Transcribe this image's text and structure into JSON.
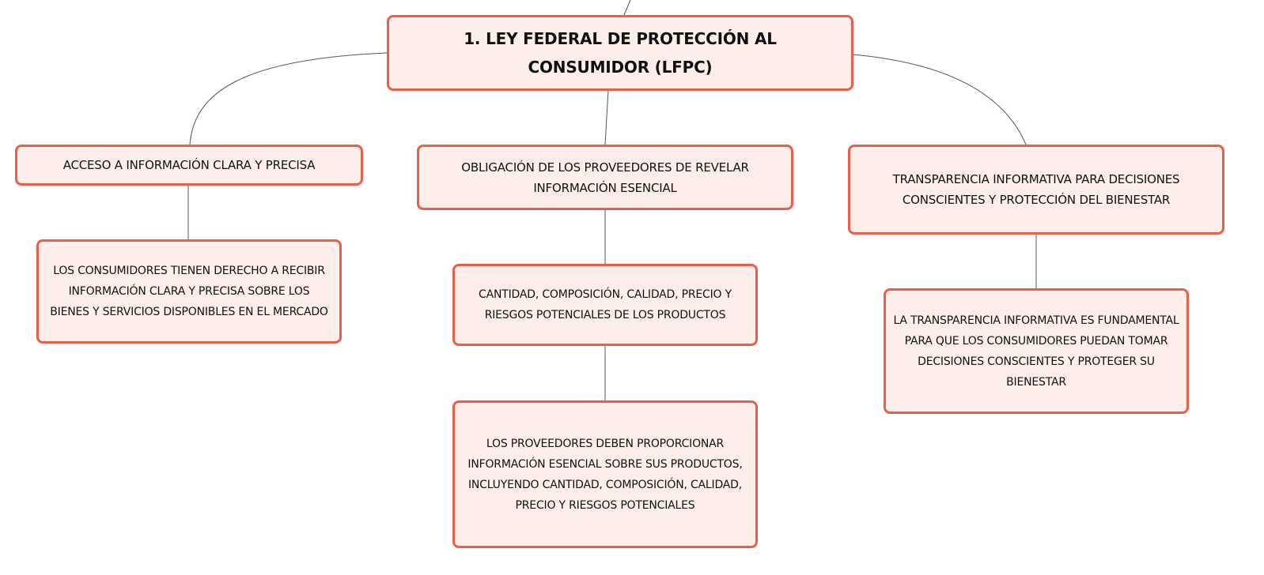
{
  "colors": {
    "border": "#e8604c",
    "fill": "#fdeee9",
    "line": "#555555"
  },
  "root": {
    "label": "1. LEY FEDERAL DE PROTECCIÓN AL CONSUMIDOR (LFPC)"
  },
  "branches": [
    {
      "label": "ACCESO A INFORMACIÓN CLARA Y PRECISA",
      "children": [
        "LOS CONSUMIDORES TIENEN DERECHO A RECIBIR INFORMACIÓN CLARA Y PRECISA SOBRE LOS BIENES Y SERVICIOS DISPONIBLES EN EL MERCADO"
      ]
    },
    {
      "label": "OBLIGACIÓN DE LOS PROVEEDORES DE REVELAR INFORMACIÓN ESENCIAL",
      "children": [
        "CANTIDAD, COMPOSICIÓN, CALIDAD, PRECIO Y RIESGOS POTENCIALES DE LOS PRODUCTOS",
        "LOS PROVEEDORES DEBEN PROPORCIONAR INFORMACIÓN ESENCIAL SOBRE SUS PRODUCTOS, INCLUYENDO CANTIDAD, COMPOSICIÓN, CALIDAD, PRECIO Y RIESGOS POTENCIALES"
      ]
    },
    {
      "label": "TRANSPARENCIA INFORMATIVA PARA DECISIONES CONSCIENTES Y PROTECCIÓN DEL BIENESTAR",
      "children": [
        "LA TRANSPARENCIA INFORMATIVA ES FUNDAMENTAL PARA QUE LOS CONSUMIDORES PUEDAN TOMAR DECISIONES CONSCIENTES Y PROTEGER SU BIENESTAR"
      ]
    }
  ]
}
